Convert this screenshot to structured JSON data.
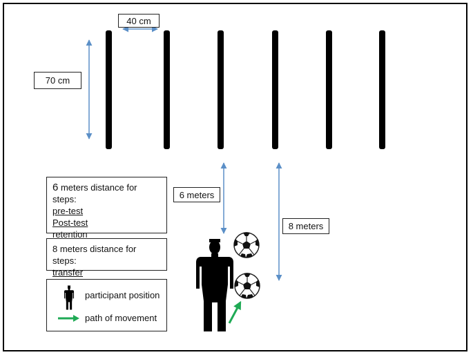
{
  "dimensions": {
    "pole_gap": "40 cm",
    "pole_height": "70 cm",
    "distance_6": "6 meters",
    "distance_8": "8 meters"
  },
  "box_6m": {
    "number": "6",
    "heading_rest": " meters distance for steps:",
    "steps": [
      "pre-test",
      "Post-test",
      "retention"
    ]
  },
  "box_8m": {
    "heading": "8 meters distance for steps:",
    "steps": [
      "transfer"
    ]
  },
  "legend": {
    "participant": "participant position",
    "path": "path of movement"
  },
  "colors": {
    "arrow_blue": "#5b8fc7",
    "path_green": "#1faa55",
    "pole": "#000000"
  },
  "icons": [
    "person-icon",
    "soccer-ball-icon",
    "green-arrow-icon"
  ]
}
